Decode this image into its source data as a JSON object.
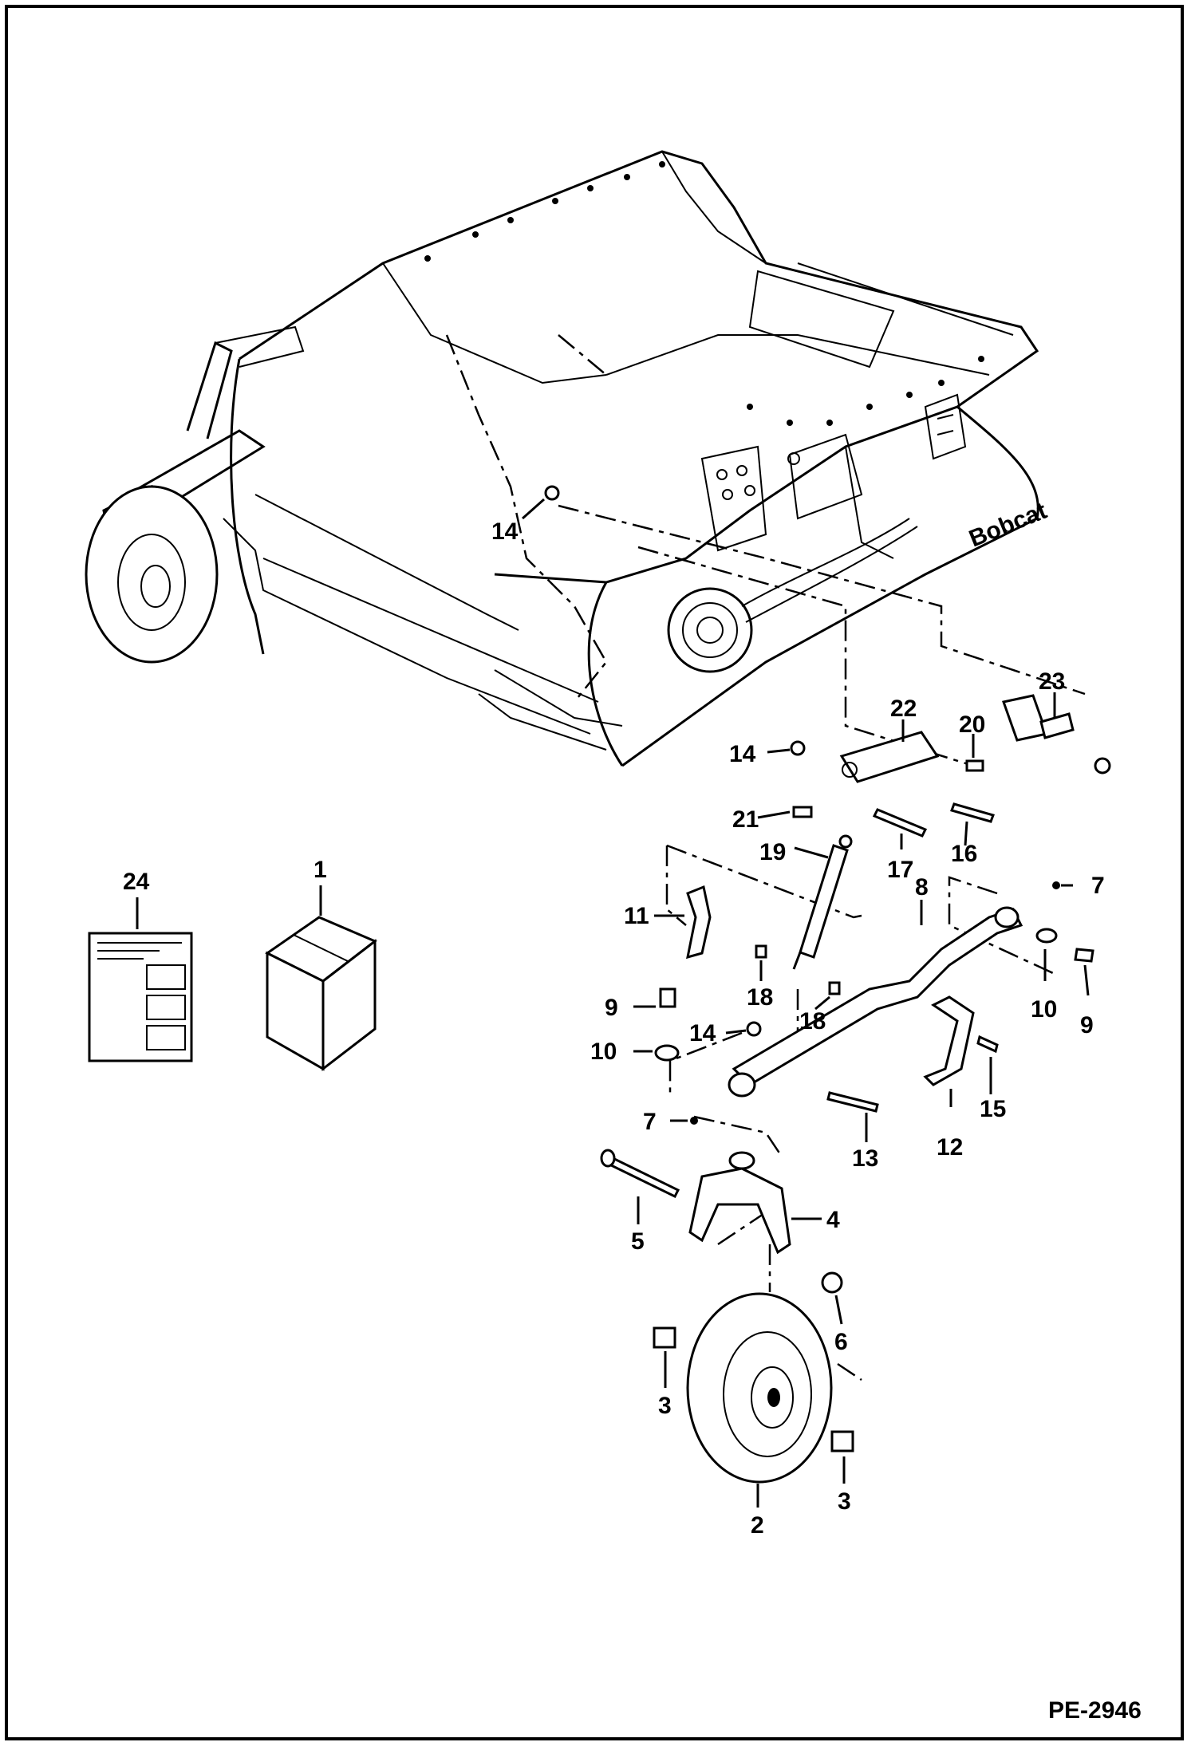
{
  "figure_id": "PE-2946",
  "brand_label": "Bobcat",
  "callouts": [
    {
      "id": "c14a",
      "label": "14"
    },
    {
      "id": "c23",
      "label": "23"
    },
    {
      "id": "c22",
      "label": "22"
    },
    {
      "id": "c20",
      "label": "20"
    },
    {
      "id": "c14b",
      "label": "14"
    },
    {
      "id": "c21",
      "label": "21"
    },
    {
      "id": "c17",
      "label": "17"
    },
    {
      "id": "c16",
      "label": "16"
    },
    {
      "id": "c19",
      "label": "19"
    },
    {
      "id": "c24",
      "label": "24"
    },
    {
      "id": "c1",
      "label": "1"
    },
    {
      "id": "c7a",
      "label": "7"
    },
    {
      "id": "c8",
      "label": "8"
    },
    {
      "id": "c11",
      "label": "11"
    },
    {
      "id": "c18a",
      "label": "18"
    },
    {
      "id": "c10a",
      "label": "10"
    },
    {
      "id": "c9a",
      "label": "9"
    },
    {
      "id": "c9b",
      "label": "9"
    },
    {
      "id": "c18b",
      "label": "18"
    },
    {
      "id": "c10b",
      "label": "10"
    },
    {
      "id": "c14c",
      "label": "14"
    },
    {
      "id": "c15",
      "label": "15"
    },
    {
      "id": "c12",
      "label": "12"
    },
    {
      "id": "c7b",
      "label": "7"
    },
    {
      "id": "c13",
      "label": "13"
    },
    {
      "id": "c4",
      "label": "4"
    },
    {
      "id": "c5",
      "label": "5"
    },
    {
      "id": "c6",
      "label": "6"
    },
    {
      "id": "c3a",
      "label": "3"
    },
    {
      "id": "c3b",
      "label": "3"
    },
    {
      "id": "c2",
      "label": "2"
    }
  ]
}
